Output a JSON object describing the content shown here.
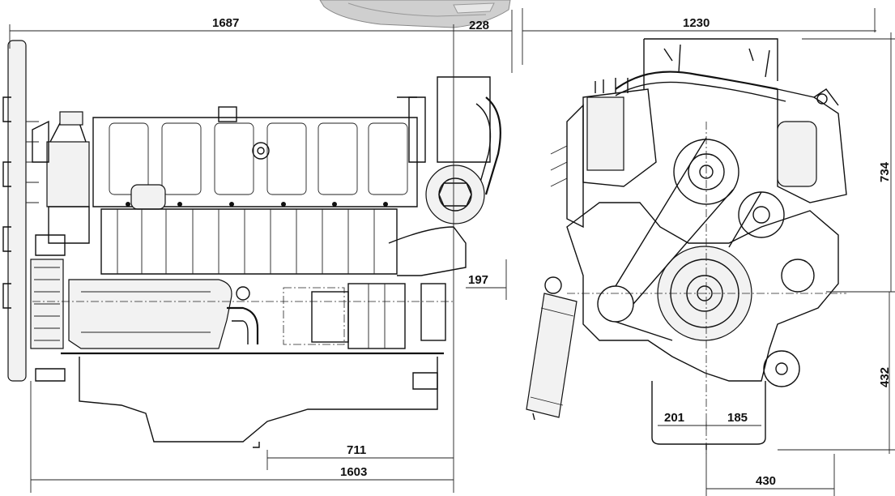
{
  "dimensions": {
    "overall_length": "1687",
    "rear_overhang": "228",
    "width": "1230",
    "height_top": "734",
    "side_offset": "197",
    "sump_length_part": "711",
    "sump_length": "1603",
    "front_left": "201",
    "front_right": "185",
    "height_lower": "432",
    "base_width": "430"
  }
}
